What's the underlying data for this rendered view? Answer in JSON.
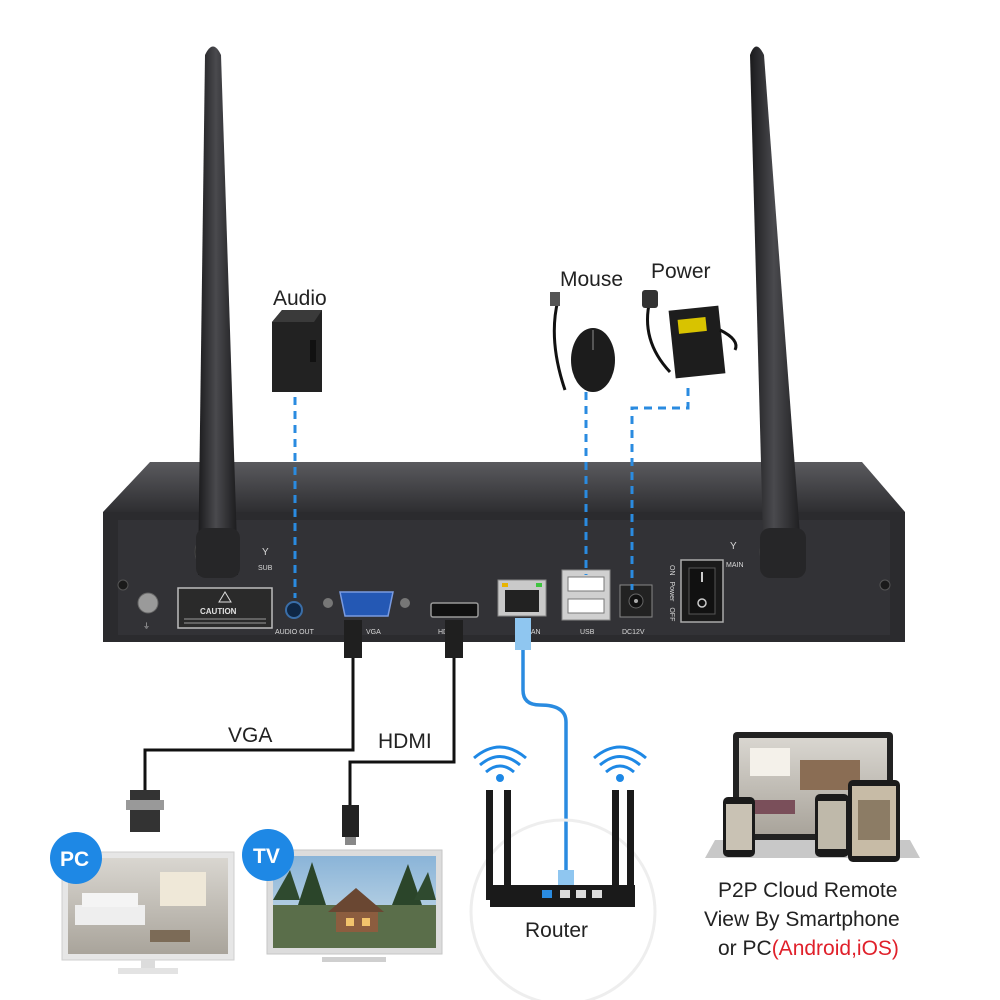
{
  "labels": {
    "audio": "Audio",
    "mouse": "Mouse",
    "power": "Power",
    "vga": "VGA",
    "hdmi": "HDMI",
    "router": "Router",
    "pc_badge": "PC",
    "tv_badge": "TV"
  },
  "ports": {
    "sub": "SUB",
    "main": "MAIN",
    "caution": "CAUTION",
    "audio_out": "AUDIO OUT",
    "vga": "VGA",
    "hdmi": "HDMI",
    "lan": "LAN",
    "usb": "USB",
    "dc12v": "DC12V",
    "on": "ON",
    "power": "Power",
    "off": "OFF"
  },
  "p2p": {
    "line1": "P2P Cloud Remote",
    "line2": "View By Smartphone",
    "line3_prefix": "or PC",
    "line3_highlight": "(Android,iOS)"
  },
  "colors": {
    "dashed_line": "#2a8be0",
    "network_cable": "#2a8be0",
    "badge": "#1e88e5",
    "highlight": "#e0202a",
    "nvr_body": "#2b2b2e"
  }
}
